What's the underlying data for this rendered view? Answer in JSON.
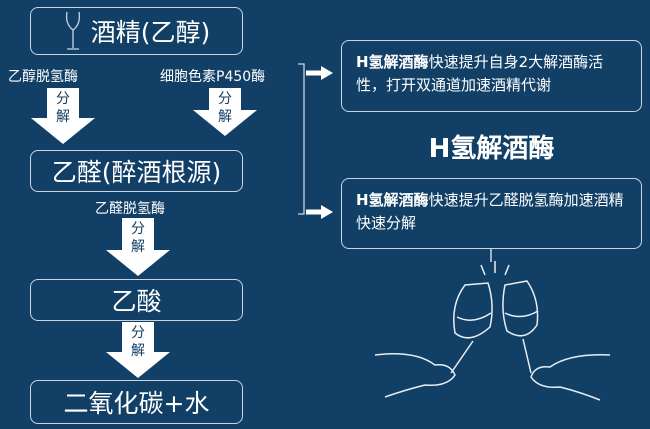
{
  "steps": {
    "s1": "酒精(乙醇)",
    "s2": "乙醛(醉酒根源)",
    "s3": "乙酸",
    "s4": "二氧化碳+水"
  },
  "enzymes": {
    "e1": "乙醇脱氢酶",
    "e2": "细胞色素P450酶",
    "e3": "乙醛脱氢酶"
  },
  "arrow_text": [
    "分",
    "解"
  ],
  "title": "H氢解酒酶",
  "box1": {
    "brand": "H氢解酒酶",
    "text": "快速提升自身2大解酒酶活性，打开双通道加速酒精代谢"
  },
  "box2": {
    "brand": "H氢解酒酶",
    "text": "快速提升乙醛脱氢酶加速酒精快速分解"
  },
  "colors": {
    "background": "#123f66",
    "foreground": "#ffffff"
  }
}
